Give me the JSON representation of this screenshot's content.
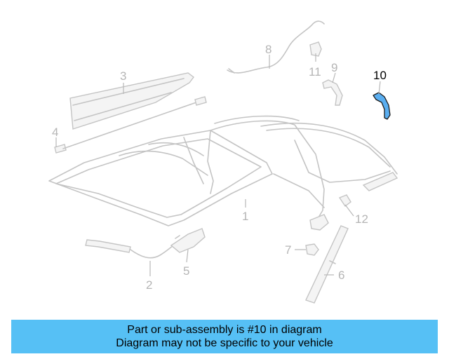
{
  "diagram": {
    "callouts": [
      "1",
      "2",
      "3",
      "4",
      "5",
      "6",
      "7",
      "8",
      "9",
      "10",
      "11",
      "12"
    ],
    "highlighted_callout": "10",
    "highlight_color": "#5aaef0"
  },
  "banner": {
    "line1": "Part or sub-assembly is #10 in diagram",
    "line2": "Diagram may not be specific to your vehicle",
    "background": "#56c0f5"
  }
}
